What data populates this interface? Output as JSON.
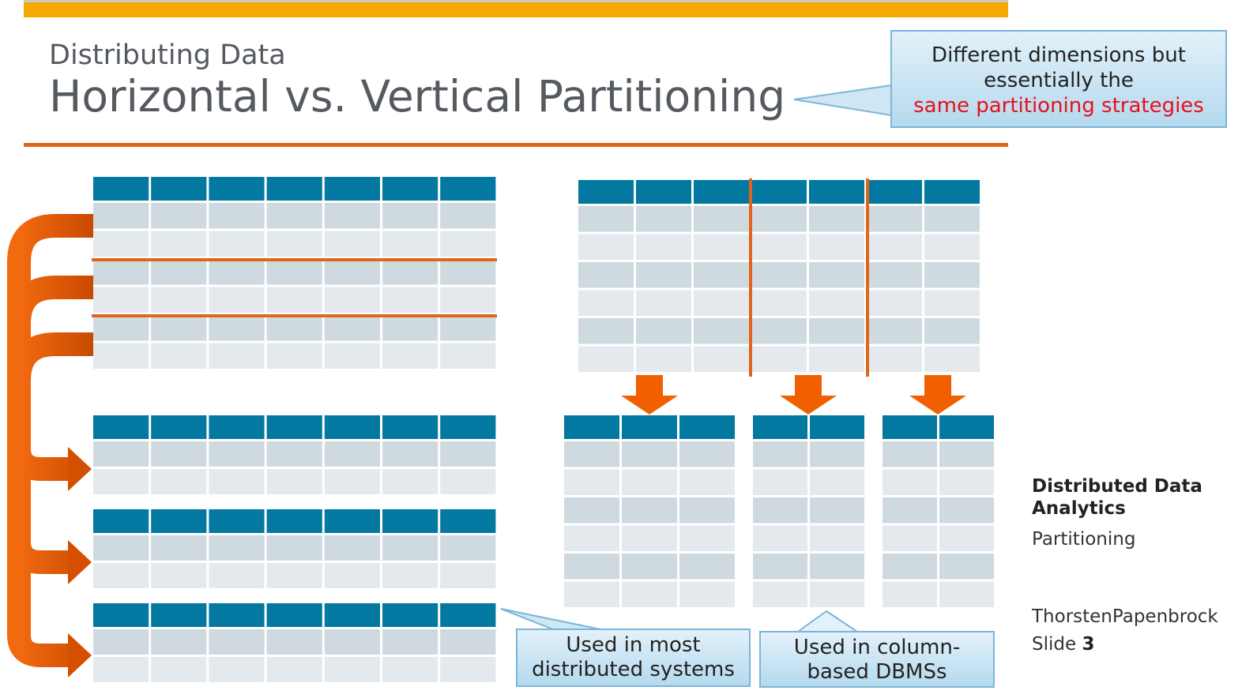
{
  "header": {
    "subtitle": "Distributing Data",
    "title": "Horizontal vs. Vertical Partitioning"
  },
  "callouts": {
    "top_line1": "Different dimensions but",
    "top_line2": "essentially the",
    "top_highlight": "same partitioning strategies",
    "bottom_left_line1": "Used in most",
    "bottom_left_line2": "distributed systems",
    "bottom_right_line1": "Used in column-",
    "bottom_right_line2": "based DBMSs"
  },
  "sidebar": {
    "course": "Distributed Data Analytics",
    "topic": "Partitioning",
    "author": "ThorstenPapenbrock",
    "slide_label": "Slide",
    "slide_number": "3"
  },
  "colors": {
    "accent_bar": "#f5a800",
    "rule": "#e0651b",
    "table_header": "#0378a0",
    "row_dark": "#cfd9e0",
    "row_light": "#e4e9ed",
    "arrow": "#f06000",
    "highlight_text": "#e8101a"
  }
}
